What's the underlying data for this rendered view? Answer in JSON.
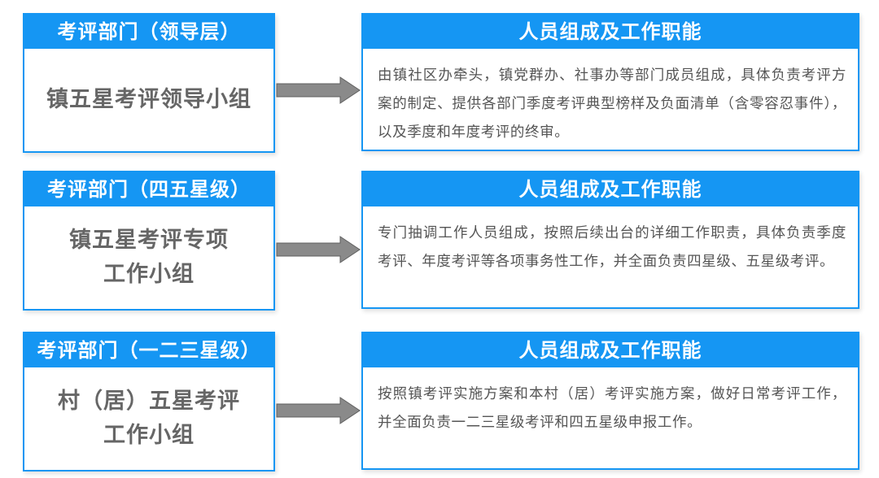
{
  "colors": {
    "accent": "#1596f3",
    "arrow": "#8a8a8a",
    "text": "#555555"
  },
  "rows": [
    {
      "dept_label": "考评部门（领导层）",
      "group_name": "镇五星考评领导小组",
      "duty_title": "人员组成及工作职能",
      "duty_text": "由镇社区办牵头，镇党群办、社事办等部门成员组成，具体负责考评方案的制定、提供各部门季度考评典型榜样及负面清单（含零容忍事件），以及季度和年度考评的终审。"
    },
    {
      "dept_label": "考评部门（四五星级）",
      "group_name": "镇五星考评专项\n工作小组",
      "duty_title": "人员组成及工作职能",
      "duty_text": "专门抽调工作人员组成，按照后续出台的详细工作职责，具体负责季度考评、年度考评等各项事务性工作，并全面负责四星级、五星级考评。"
    },
    {
      "dept_label": "考评部门（一二三星级）",
      "group_name": "村（居）五星考评\n工作小组",
      "duty_title": "人员组成及工作职能",
      "duty_text": "按照镇考评实施方案和本村（居）考评实施方案，做好日常考评工作，并全面负责一二三星级考评和四五星级申报工作。"
    }
  ]
}
